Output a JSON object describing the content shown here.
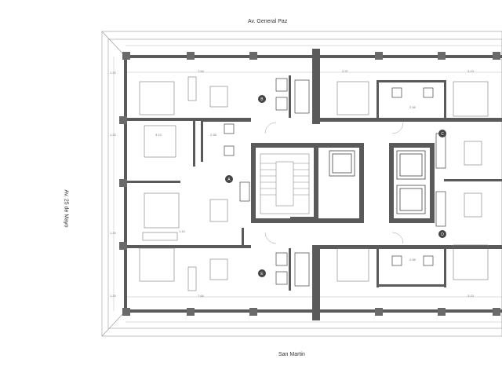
{
  "streets": {
    "north": "Av. General Paz",
    "south": "San Martin",
    "west": "Av. 25 de Mayo"
  },
  "units": [
    {
      "id": "A"
    },
    {
      "id": "B"
    },
    {
      "id": "C"
    },
    {
      "id": "D"
    },
    {
      "id": "E"
    }
  ],
  "dimensions": {
    "row_left": [
      "1.20",
      "1.20",
      "1.20",
      "1.20"
    ],
    "top_spans": [
      "7.64",
      "2.97",
      "3.13"
    ],
    "bottom_spans": [
      "7.64",
      "3.13"
    ],
    "bath_widths": [
      "2.58",
      "2.58"
    ],
    "bath_left": "2.38",
    "bedroom_depth": "3.13",
    "closet": "1.43"
  },
  "colors": {
    "wall": "#5a5a5a",
    "column": "#6a6a6a",
    "line": "#aaaaaa",
    "circle": "#444444"
  }
}
